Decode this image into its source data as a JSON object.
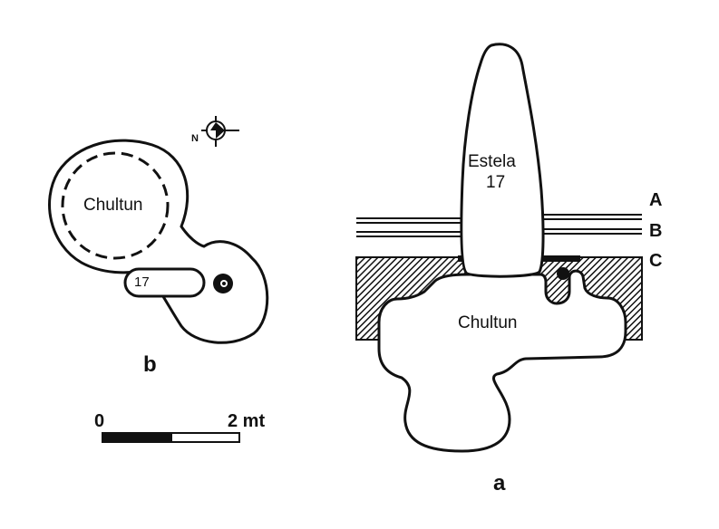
{
  "plan_b": {
    "chultun_label": "Chultun",
    "stela_label": "17",
    "north_label": "N",
    "panel_label": "b"
  },
  "scale_bar": {
    "start_label": "0",
    "end_label": "2 mt"
  },
  "section_a": {
    "stela_line1": "Estela",
    "stela_line2": "17",
    "chultun_label": "Chultun",
    "layers": [
      "A",
      "B",
      "C"
    ],
    "panel_label": "a"
  }
}
